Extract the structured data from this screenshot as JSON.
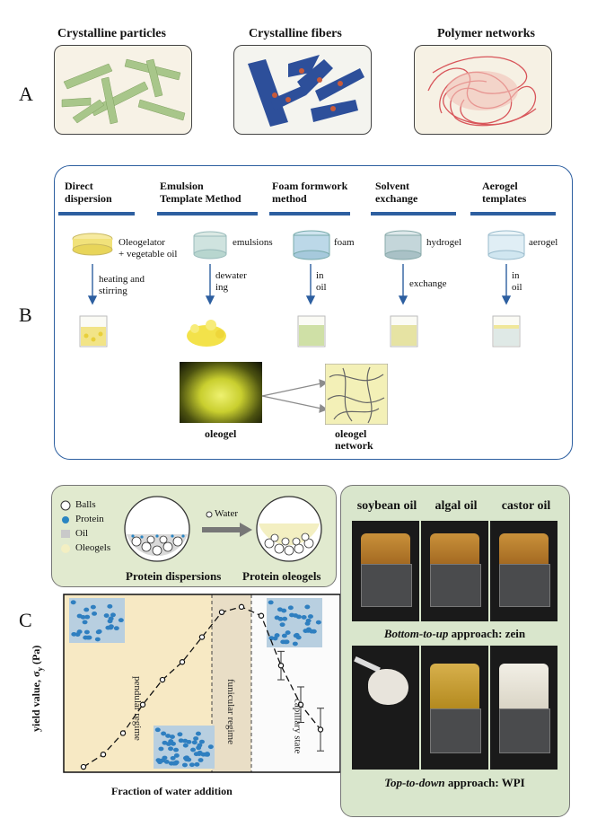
{
  "panel_letters": {
    "a": "A",
    "b": "B",
    "c": "C"
  },
  "panelA": {
    "titles": [
      "Crystalline particles",
      "Crystalline fibers",
      "Polymer networks"
    ]
  },
  "panelB": {
    "steps": [
      {
        "title_l1": "Direct",
        "title_l2": "dispersion"
      },
      {
        "title_l1": "Emulsion",
        "title_l2": "Template Method"
      },
      {
        "title_l1": "Foam formwork",
        "title_l2": "method"
      },
      {
        "title_l1": "Solvent",
        "title_l2": "exchange"
      },
      {
        "title_l1": "Aerogel",
        "title_l2": "templates"
      }
    ],
    "materials": [
      "Oleogelator",
      "+ vegetable oil",
      "emulsions",
      "foam",
      "hydrogel",
      "aerogel"
    ],
    "process": [
      "heating and",
      "stirring",
      "dewater",
      "ing",
      "in",
      "oil",
      "exchange",
      "in",
      "oil"
    ],
    "oleogel_label": "oleogel",
    "network_label_l1": "oleogel",
    "network_label_l2": "network"
  },
  "panelC": {
    "legend": [
      "Balls",
      "Protein",
      "Oil",
      "Oleogels"
    ],
    "water_label": "Water",
    "dispersions_label": "Protein dispersions",
    "oleogels_label": "Protein oleogels",
    "regimes": [
      "pendular regime",
      "funicular regime",
      "capillary state"
    ],
    "photo_headers": [
      "soybean oil",
      "algal oil",
      "castor oil"
    ],
    "zein_caption_i": "Bottom-to-up",
    "zein_caption_rest": " approach: zein",
    "wpi_caption_i": "Top-to-down",
    "wpi_caption_rest": " approach: WPI",
    "colors": {
      "regime1": "#f7e9c4",
      "regime2": "#e9dec6",
      "photo_frame": "#d9e6cc",
      "blue": "#2d5fa0"
    }
  },
  "chart_data": {
    "type": "scatter",
    "xlabel": "Fraction of water addition",
    "ylabel": "yield value, σ",
    "ylabel_sub": "y",
    "ylabel_unit": " (Pa)",
    "points": [
      {
        "x": 1,
        "y": 0.03
      },
      {
        "x": 2,
        "y": 0.1
      },
      {
        "x": 3,
        "y": 0.22
      },
      {
        "x": 4,
        "y": 0.38
      },
      {
        "x": 5,
        "y": 0.52
      },
      {
        "x": 6,
        "y": 0.62
      },
      {
        "x": 7,
        "y": 0.76
      },
      {
        "x": 8,
        "y": 0.9
      },
      {
        "x": 9,
        "y": 0.93
      },
      {
        "x": 10,
        "y": 0.88
      },
      {
        "x": 11,
        "y": 0.6,
        "err": 0.08
      },
      {
        "x": 12,
        "y": 0.38,
        "err": 0.1
      },
      {
        "x": 13,
        "y": 0.24,
        "err": 0.12
      }
    ],
    "regime_boundaries": [
      7.5,
      9.5
    ],
    "xlim": [
      0,
      14
    ],
    "ylim": [
      0,
      1
    ]
  }
}
